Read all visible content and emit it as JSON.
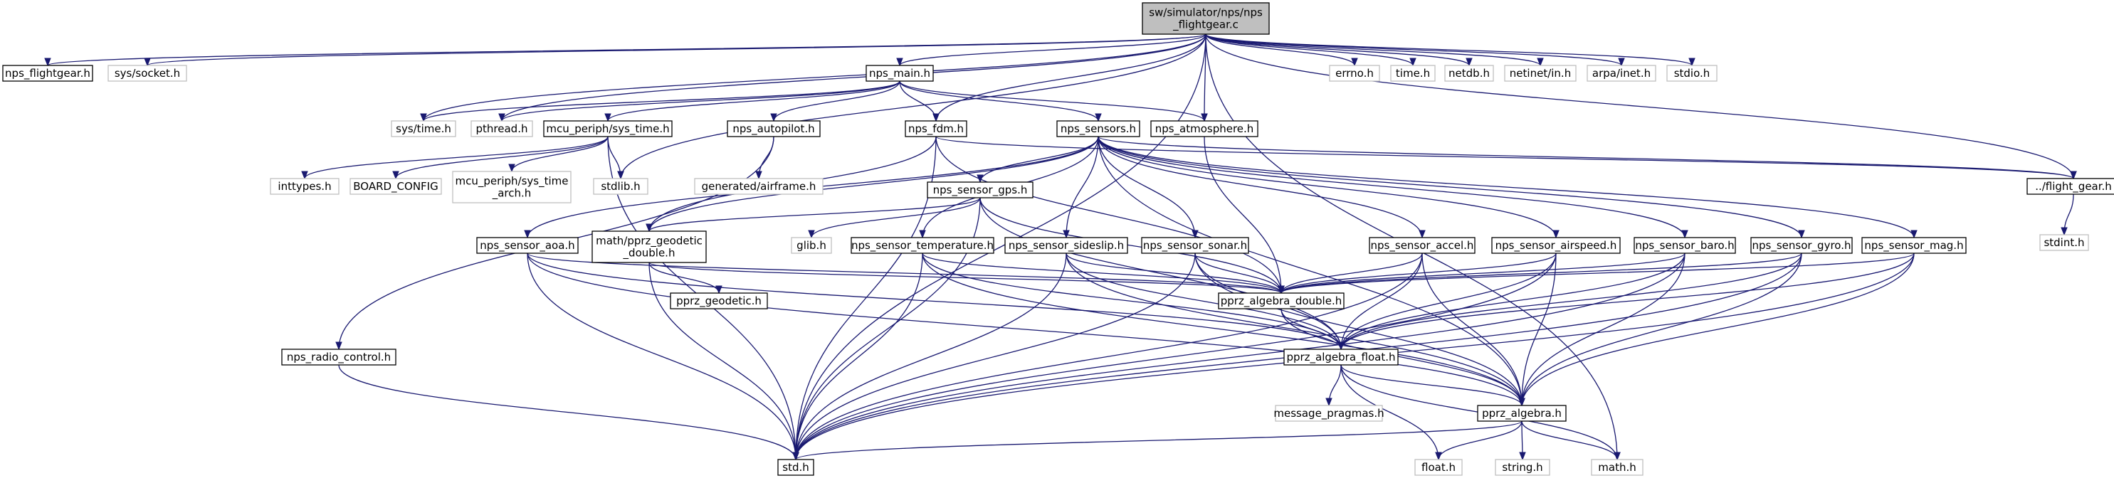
{
  "colors": {
    "edge": "#191970",
    "root_fill": "#bfbfbf",
    "header_border": "#000000",
    "system_border": "#bfbfbf",
    "text": "#000000"
  },
  "nodes": [
    {
      "id": "root",
      "label": [
        "sw/simulator/nps/nps",
        "_flightgear.c"
      ],
      "kind": "root"
    },
    {
      "id": "nps_flightgear_h",
      "label": [
        "nps_flightgear.h"
      ],
      "kind": "header"
    },
    {
      "id": "sys_socket_h",
      "label": [
        "sys/socket.h"
      ],
      "kind": "system"
    },
    {
      "id": "nps_main_h",
      "label": [
        "nps_main.h"
      ],
      "kind": "header"
    },
    {
      "id": "errno_h",
      "label": [
        "errno.h"
      ],
      "kind": "system"
    },
    {
      "id": "time_h",
      "label": [
        "time.h"
      ],
      "kind": "system"
    },
    {
      "id": "netdb_h",
      "label": [
        "netdb.h"
      ],
      "kind": "system"
    },
    {
      "id": "netinet_in_h",
      "label": [
        "netinet/in.h"
      ],
      "kind": "system"
    },
    {
      "id": "arpa_inet_h",
      "label": [
        "arpa/inet.h"
      ],
      "kind": "system"
    },
    {
      "id": "stdio_h",
      "label": [
        "stdio.h"
      ],
      "kind": "system"
    },
    {
      "id": "sys_time_h",
      "label": [
        "sys/time.h"
      ],
      "kind": "system"
    },
    {
      "id": "pthread_h",
      "label": [
        "pthread.h"
      ],
      "kind": "system"
    },
    {
      "id": "mcu_sys_time_h",
      "label": [
        "mcu_periph/sys_time.h"
      ],
      "kind": "header"
    },
    {
      "id": "nps_autopilot_h",
      "label": [
        "nps_autopilot.h"
      ],
      "kind": "header"
    },
    {
      "id": "nps_fdm_h",
      "label": [
        "nps_fdm.h"
      ],
      "kind": "header"
    },
    {
      "id": "nps_sensors_h",
      "label": [
        "nps_sensors.h"
      ],
      "kind": "header"
    },
    {
      "id": "nps_atmosphere_h",
      "label": [
        "nps_atmosphere.h"
      ],
      "kind": "header"
    },
    {
      "id": "inttypes_h",
      "label": [
        "inttypes.h"
      ],
      "kind": "system"
    },
    {
      "id": "board_config",
      "label": [
        "BOARD_CONFIG"
      ],
      "kind": "system"
    },
    {
      "id": "sys_time_arch_h",
      "label": [
        "mcu_periph/sys_time",
        "_arch.h"
      ],
      "kind": "system"
    },
    {
      "id": "stdlib_h",
      "label": [
        "stdlib.h"
      ],
      "kind": "system"
    },
    {
      "id": "airframe_h",
      "label": [
        "generated/airframe.h"
      ],
      "kind": "system"
    },
    {
      "id": "flight_gear_h",
      "label": [
        "../flight_gear.h"
      ],
      "kind": "header"
    },
    {
      "id": "stdint_h",
      "label": [
        "stdint.h"
      ],
      "kind": "system"
    },
    {
      "id": "nps_sensor_gps_h",
      "label": [
        "nps_sensor_gps.h"
      ],
      "kind": "header"
    },
    {
      "id": "glib_h",
      "label": [
        "glib.h"
      ],
      "kind": "system"
    },
    {
      "id": "nps_sensor_aoa_h",
      "label": [
        "nps_sensor_aoa.h"
      ],
      "kind": "header"
    },
    {
      "id": "pprz_geodetic_double_h",
      "label": [
        "math/pprz_geodetic",
        "_double.h"
      ],
      "kind": "header"
    },
    {
      "id": "nps_sensor_temperature_h",
      "label": [
        "nps_sensor_temperature.h"
      ],
      "kind": "header"
    },
    {
      "id": "nps_sensor_sideslip_h",
      "label": [
        "nps_sensor_sideslip.h"
      ],
      "kind": "header"
    },
    {
      "id": "nps_sensor_sonar_h",
      "label": [
        "nps_sensor_sonar.h"
      ],
      "kind": "header"
    },
    {
      "id": "nps_sensor_accel_h",
      "label": [
        "nps_sensor_accel.h"
      ],
      "kind": "header"
    },
    {
      "id": "nps_sensor_airspeed_h",
      "label": [
        "nps_sensor_airspeed.h"
      ],
      "kind": "header"
    },
    {
      "id": "nps_sensor_baro_h",
      "label": [
        "nps_sensor_baro.h"
      ],
      "kind": "header"
    },
    {
      "id": "nps_sensor_gyro_h",
      "label": [
        "nps_sensor_gyro.h"
      ],
      "kind": "header"
    },
    {
      "id": "nps_sensor_mag_h",
      "label": [
        "nps_sensor_mag.h"
      ],
      "kind": "header"
    },
    {
      "id": "pprz_geodetic_h",
      "label": [
        "pprz_geodetic.h"
      ],
      "kind": "header"
    },
    {
      "id": "pprz_algebra_double_h",
      "label": [
        "pprz_algebra_double.h"
      ],
      "kind": "header"
    },
    {
      "id": "nps_radio_control_h",
      "label": [
        "nps_radio_control.h"
      ],
      "kind": "header"
    },
    {
      "id": "pprz_algebra_float_h",
      "label": [
        "pprz_algebra_float.h"
      ],
      "kind": "header"
    },
    {
      "id": "message_pragmas_h",
      "label": [
        "message_pragmas.h"
      ],
      "kind": "system"
    },
    {
      "id": "pprz_algebra_h",
      "label": [
        "pprz_algebra.h"
      ],
      "kind": "header"
    },
    {
      "id": "std_h",
      "label": [
        "std.h"
      ],
      "kind": "header"
    },
    {
      "id": "float_h",
      "label": [
        "float.h"
      ],
      "kind": "system"
    },
    {
      "id": "string_h",
      "label": [
        "string.h"
      ],
      "kind": "system"
    },
    {
      "id": "math_h",
      "label": [
        "math.h"
      ],
      "kind": "system"
    }
  ],
  "edges": [
    [
      "root",
      "nps_flightgear_h"
    ],
    [
      "root",
      "sys_socket_h"
    ],
    [
      "root",
      "nps_main_h"
    ],
    [
      "root",
      "errno_h"
    ],
    [
      "root",
      "time_h"
    ],
    [
      "root",
      "netdb_h"
    ],
    [
      "root",
      "netinet_in_h"
    ],
    [
      "root",
      "arpa_inet_h"
    ],
    [
      "root",
      "stdio_h"
    ],
    [
      "root",
      "sys_time_h"
    ],
    [
      "root",
      "pthread_h"
    ],
    [
      "root",
      "nps_fdm_h"
    ],
    [
      "root",
      "nps_atmosphere_h"
    ],
    [
      "root",
      "stdlib_h"
    ],
    [
      "root",
      "flight_gear_h"
    ],
    [
      "root",
      "std_h"
    ],
    [
      "root",
      "math_h"
    ],
    [
      "nps_main_h",
      "sys_time_h"
    ],
    [
      "nps_main_h",
      "pthread_h"
    ],
    [
      "nps_main_h",
      "mcu_sys_time_h"
    ],
    [
      "nps_main_h",
      "nps_autopilot_h"
    ],
    [
      "nps_main_h",
      "nps_fdm_h"
    ],
    [
      "nps_main_h",
      "nps_sensors_h"
    ],
    [
      "nps_main_h",
      "nps_atmosphere_h"
    ],
    [
      "mcu_sys_time_h",
      "inttypes_h"
    ],
    [
      "mcu_sys_time_h",
      "board_config"
    ],
    [
      "mcu_sys_time_h",
      "sys_time_arch_h"
    ],
    [
      "mcu_sys_time_h",
      "stdlib_h"
    ],
    [
      "mcu_sys_time_h",
      "std_h"
    ],
    [
      "nps_autopilot_h",
      "airframe_h"
    ],
    [
      "nps_autopilot_h",
      "nps_radio_control_h"
    ],
    [
      "nps_fdm_h",
      "flight_gear_h"
    ],
    [
      "nps_fdm_h",
      "pprz_geodetic_double_h"
    ],
    [
      "nps_fdm_h",
      "pprz_algebra_double_h"
    ],
    [
      "nps_fdm_h",
      "std_h"
    ],
    [
      "nps_sensors_h",
      "nps_sensor_gps_h"
    ],
    [
      "nps_sensors_h",
      "nps_sensor_aoa_h"
    ],
    [
      "nps_sensors_h",
      "pprz_geodetic_double_h"
    ],
    [
      "nps_sensors_h",
      "nps_sensor_temperature_h"
    ],
    [
      "nps_sensors_h",
      "nps_sensor_sideslip_h"
    ],
    [
      "nps_sensors_h",
      "nps_sensor_sonar_h"
    ],
    [
      "nps_sensors_h",
      "nps_sensor_accel_h"
    ],
    [
      "nps_sensors_h",
      "nps_sensor_airspeed_h"
    ],
    [
      "nps_sensors_h",
      "nps_sensor_baro_h"
    ],
    [
      "nps_sensors_h",
      "nps_sensor_gyro_h"
    ],
    [
      "nps_sensors_h",
      "nps_sensor_mag_h"
    ],
    [
      "nps_sensors_h",
      "pprz_algebra_h"
    ],
    [
      "nps_sensors_h",
      "flight_gear_h"
    ],
    [
      "nps_atmosphere_h",
      "pprz_algebra_double_h"
    ],
    [
      "flight_gear_h",
      "stdint_h"
    ],
    [
      "nps_sensor_gps_h",
      "glib_h"
    ],
    [
      "nps_sensor_gps_h",
      "pprz_geodetic_double_h"
    ],
    [
      "nps_sensor_gps_h",
      "pprz_algebra_double_h"
    ],
    [
      "nps_sensor_gps_h",
      "pprz_algebra_float_h"
    ],
    [
      "nps_sensor_gps_h",
      "std_h"
    ],
    [
      "nps_sensor_aoa_h",
      "pprz_algebra_double_h"
    ],
    [
      "nps_sensor_aoa_h",
      "pprz_algebra_float_h"
    ],
    [
      "nps_sensor_aoa_h",
      "pprz_algebra_h"
    ],
    [
      "nps_sensor_aoa_h",
      "std_h"
    ],
    [
      "pprz_geodetic_double_h",
      "pprz_geodetic_h"
    ],
    [
      "pprz_geodetic_double_h",
      "pprz_algebra_double_h"
    ],
    [
      "pprz_geodetic_double_h",
      "std_h"
    ],
    [
      "nps_sensor_temperature_h",
      "pprz_algebra_double_h"
    ],
    [
      "nps_sensor_temperature_h",
      "pprz_algebra_float_h"
    ],
    [
      "nps_sensor_temperature_h",
      "pprz_algebra_h"
    ],
    [
      "nps_sensor_temperature_h",
      "std_h"
    ],
    [
      "nps_sensor_sideslip_h",
      "pprz_algebra_double_h"
    ],
    [
      "nps_sensor_sideslip_h",
      "pprz_algebra_float_h"
    ],
    [
      "nps_sensor_sideslip_h",
      "pprz_algebra_h"
    ],
    [
      "nps_sensor_sideslip_h",
      "std_h"
    ],
    [
      "nps_sensor_sonar_h",
      "pprz_algebra_double_h"
    ],
    [
      "nps_sensor_sonar_h",
      "pprz_algebra_float_h"
    ],
    [
      "nps_sensor_sonar_h",
      "pprz_algebra_h"
    ],
    [
      "nps_sensor_sonar_h",
      "std_h"
    ],
    [
      "nps_sensor_accel_h",
      "pprz_algebra_double_h"
    ],
    [
      "nps_sensor_accel_h",
      "pprz_algebra_float_h"
    ],
    [
      "nps_sensor_accel_h",
      "pprz_algebra_h"
    ],
    [
      "nps_sensor_accel_h",
      "std_h"
    ],
    [
      "nps_sensor_airspeed_h",
      "pprz_algebra_double_h"
    ],
    [
      "nps_sensor_airspeed_h",
      "pprz_algebra_float_h"
    ],
    [
      "nps_sensor_airspeed_h",
      "pprz_algebra_h"
    ],
    [
      "nps_sensor_airspeed_h",
      "std_h"
    ],
    [
      "nps_sensor_baro_h",
      "pprz_algebra_double_h"
    ],
    [
      "nps_sensor_baro_h",
      "pprz_algebra_float_h"
    ],
    [
      "nps_sensor_baro_h",
      "pprz_algebra_h"
    ],
    [
      "nps_sensor_baro_h",
      "std_h"
    ],
    [
      "nps_sensor_gyro_h",
      "pprz_algebra_double_h"
    ],
    [
      "nps_sensor_gyro_h",
      "pprz_algebra_float_h"
    ],
    [
      "nps_sensor_gyro_h",
      "pprz_algebra_h"
    ],
    [
      "nps_sensor_gyro_h",
      "std_h"
    ],
    [
      "nps_sensor_mag_h",
      "pprz_algebra_double_h"
    ],
    [
      "nps_sensor_mag_h",
      "pprz_algebra_float_h"
    ],
    [
      "nps_sensor_mag_h",
      "pprz_algebra_h"
    ],
    [
      "nps_sensor_mag_h",
      "std_h"
    ],
    [
      "pprz_algebra_double_h",
      "pprz_algebra_float_h"
    ],
    [
      "pprz_algebra_double_h",
      "pprz_algebra_h"
    ],
    [
      "nps_radio_control_h",
      "std_h"
    ],
    [
      "pprz_algebra_float_h",
      "message_pragmas_h"
    ],
    [
      "pprz_algebra_float_h",
      "pprz_algebra_h"
    ],
    [
      "pprz_algebra_float_h",
      "float_h"
    ],
    [
      "pprz_algebra_float_h",
      "math_h"
    ],
    [
      "pprz_algebra_h",
      "std_h"
    ],
    [
      "pprz_algebra_h",
      "float_h"
    ],
    [
      "pprz_algebra_h",
      "string_h"
    ],
    [
      "pprz_algebra_h",
      "math_h"
    ]
  ]
}
